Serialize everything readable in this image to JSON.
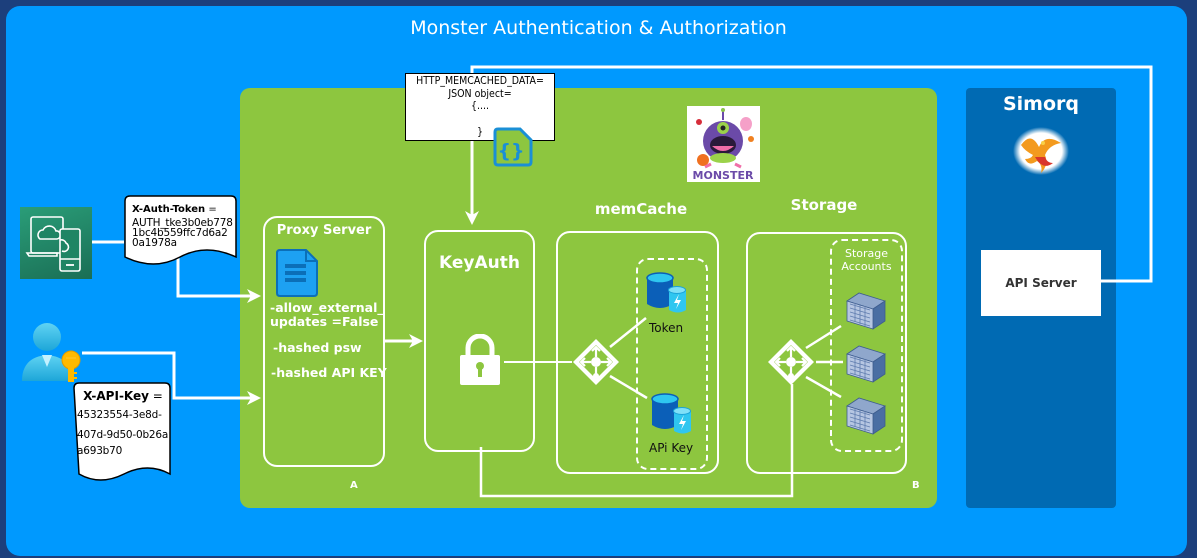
{
  "title": "Monster Authentication & Authorization",
  "colors": {
    "frame_border": "#1c3f7c",
    "background_panel": "#0099fe",
    "green_zone": "#8dc63f",
    "simorq_panel": "#006ab3",
    "connector": "#ffffff"
  },
  "clients": {
    "web_mobile": {
      "icon": "cloud-devices-icon"
    },
    "user_with_key": {
      "icon": "user-key-icon"
    }
  },
  "notes": {
    "auth_token": {
      "label": "X-Auth-Token",
      "equals": " =",
      "value_lines": [
        "AUTH_tke3b0eb778",
        "1bc4b559ffc7d6a2",
        "0a1978a"
      ]
    },
    "api_key": {
      "label": "X-API-Key",
      "equals": " =",
      "value_lines": [
        "45323554-3e8d-",
        "407d-9d50-0b26a",
        "a693b70"
      ]
    },
    "memcached": {
      "lines": [
        "HTTP_MEMCACHED_DATA=",
        "JSON object=",
        "{....",
        "",
        "}"
      ]
    }
  },
  "zone_a_label": "A",
  "zone_b_label": "B",
  "proxy_server": {
    "title": "Proxy Server",
    "icon": "document-icon",
    "settings": [
      "-allow_external_",
      "updates =False",
      "-hashed psw",
      "-hashed API KEY"
    ]
  },
  "keyauth": {
    "title": "KeyAuth",
    "icon": "lock-icon"
  },
  "memcache": {
    "title": "memCache",
    "icon": "load-balancer-icon",
    "items": [
      {
        "label": "Token",
        "icon": "cache-database-icon"
      },
      {
        "label": "APi Key",
        "icon": "cache-database-icon"
      }
    ]
  },
  "storage": {
    "title": "Storage",
    "group_label_lines": [
      "Storage",
      "Accounts"
    ],
    "icon": "load-balancer-icon",
    "accounts": [
      {
        "icon": "storage-block-icon"
      },
      {
        "icon": "storage-block-icon"
      },
      {
        "icon": "storage-block-icon"
      }
    ]
  },
  "logo": {
    "text": "MONSTER",
    "icon": "monster-logo-icon"
  },
  "simorq": {
    "title": "Simorq",
    "logo_icon": "phoenix-logo-icon",
    "api_server_label": "API Server"
  },
  "json_icon": "json-file-icon"
}
